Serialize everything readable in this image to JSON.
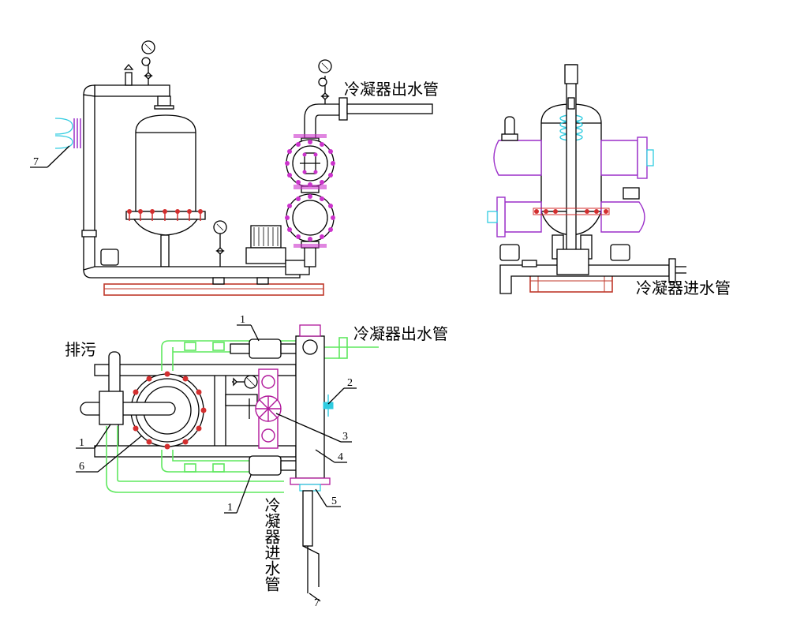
{
  "labels": {
    "condenser_outlet_pipe": "冷凝器出水管",
    "condenser_inlet_pipe": "冷凝器进水管",
    "drain": "排污"
  },
  "part_numbers": {
    "n1": "1",
    "n2": "2",
    "n3": "3",
    "n4": "4",
    "n5": "5",
    "n6": "6",
    "n7": "7"
  },
  "colors": {
    "line": "#000000",
    "base_frame": "#c0392b",
    "bolts": "#d32f2f",
    "flange_bolts": "#cc33cc",
    "pipe_green": "#5ee85e",
    "valve_magenta": "#b0179a",
    "cooling_coil": "#2ecbe0",
    "coil_7": "#9b2fc9"
  }
}
